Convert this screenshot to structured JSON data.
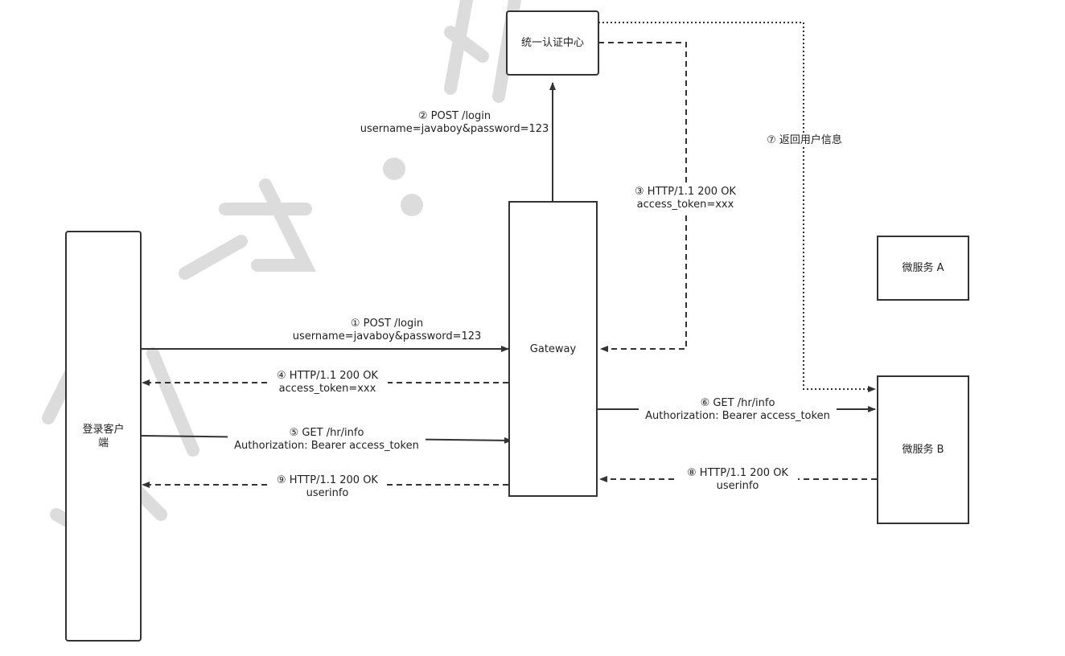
{
  "nodes": {
    "auth_center": "统一认证中心",
    "gateway": "Gateway",
    "client": "登录客户\n端",
    "service_a": "微服务 A",
    "service_b": "微服务 B"
  },
  "messages": {
    "m1": {
      "line1": "① POST /login",
      "line2": "username=javaboy&password=123"
    },
    "m2": {
      "line1": "② POST /login",
      "line2": "username=javaboy&password=123"
    },
    "m3": {
      "line1": "③ HTTP/1.1 200 OK",
      "line2": "access_token=xxx"
    },
    "m4": {
      "line1": "④ HTTP/1.1 200 OK",
      "line2": "access_token=xxx"
    },
    "m5": {
      "line1": "⑤ GET /hr/info",
      "line2": "Authorization: Bearer access_token"
    },
    "m6": {
      "line1": "⑥ GET /hr/info",
      "line2": "Authorization: Bearer access_token"
    },
    "m7": {
      "line1": "⑦ 返回用户信息"
    },
    "m8": {
      "line1": "⑧ HTTP/1.1 200 OK",
      "line2": "userinfo"
    },
    "m9": {
      "line1": "⑨ HTTP/1.1 200 OK",
      "line2": "userinfo"
    }
  },
  "watermark": "公众号：江南一点雨",
  "colors": {
    "stroke": "#333333",
    "watermark": "#d9d9d9"
  }
}
